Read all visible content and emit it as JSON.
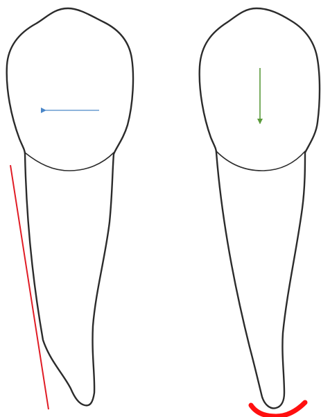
{
  "diagram": {
    "background": "#ffffff",
    "outline_color": "#2b2b2b",
    "teeth": [
      {
        "name": "left-tooth",
        "arrow": {
          "direction": "left",
          "color": "#4a86c8"
        },
        "indicator": {
          "kind": "straight-line",
          "color": "#e01b24"
        }
      },
      {
        "name": "right-tooth",
        "arrow": {
          "direction": "down",
          "color": "#5a9a3a"
        },
        "indicator": {
          "kind": "curved-arc",
          "color": "#ff1010"
        }
      }
    ]
  }
}
